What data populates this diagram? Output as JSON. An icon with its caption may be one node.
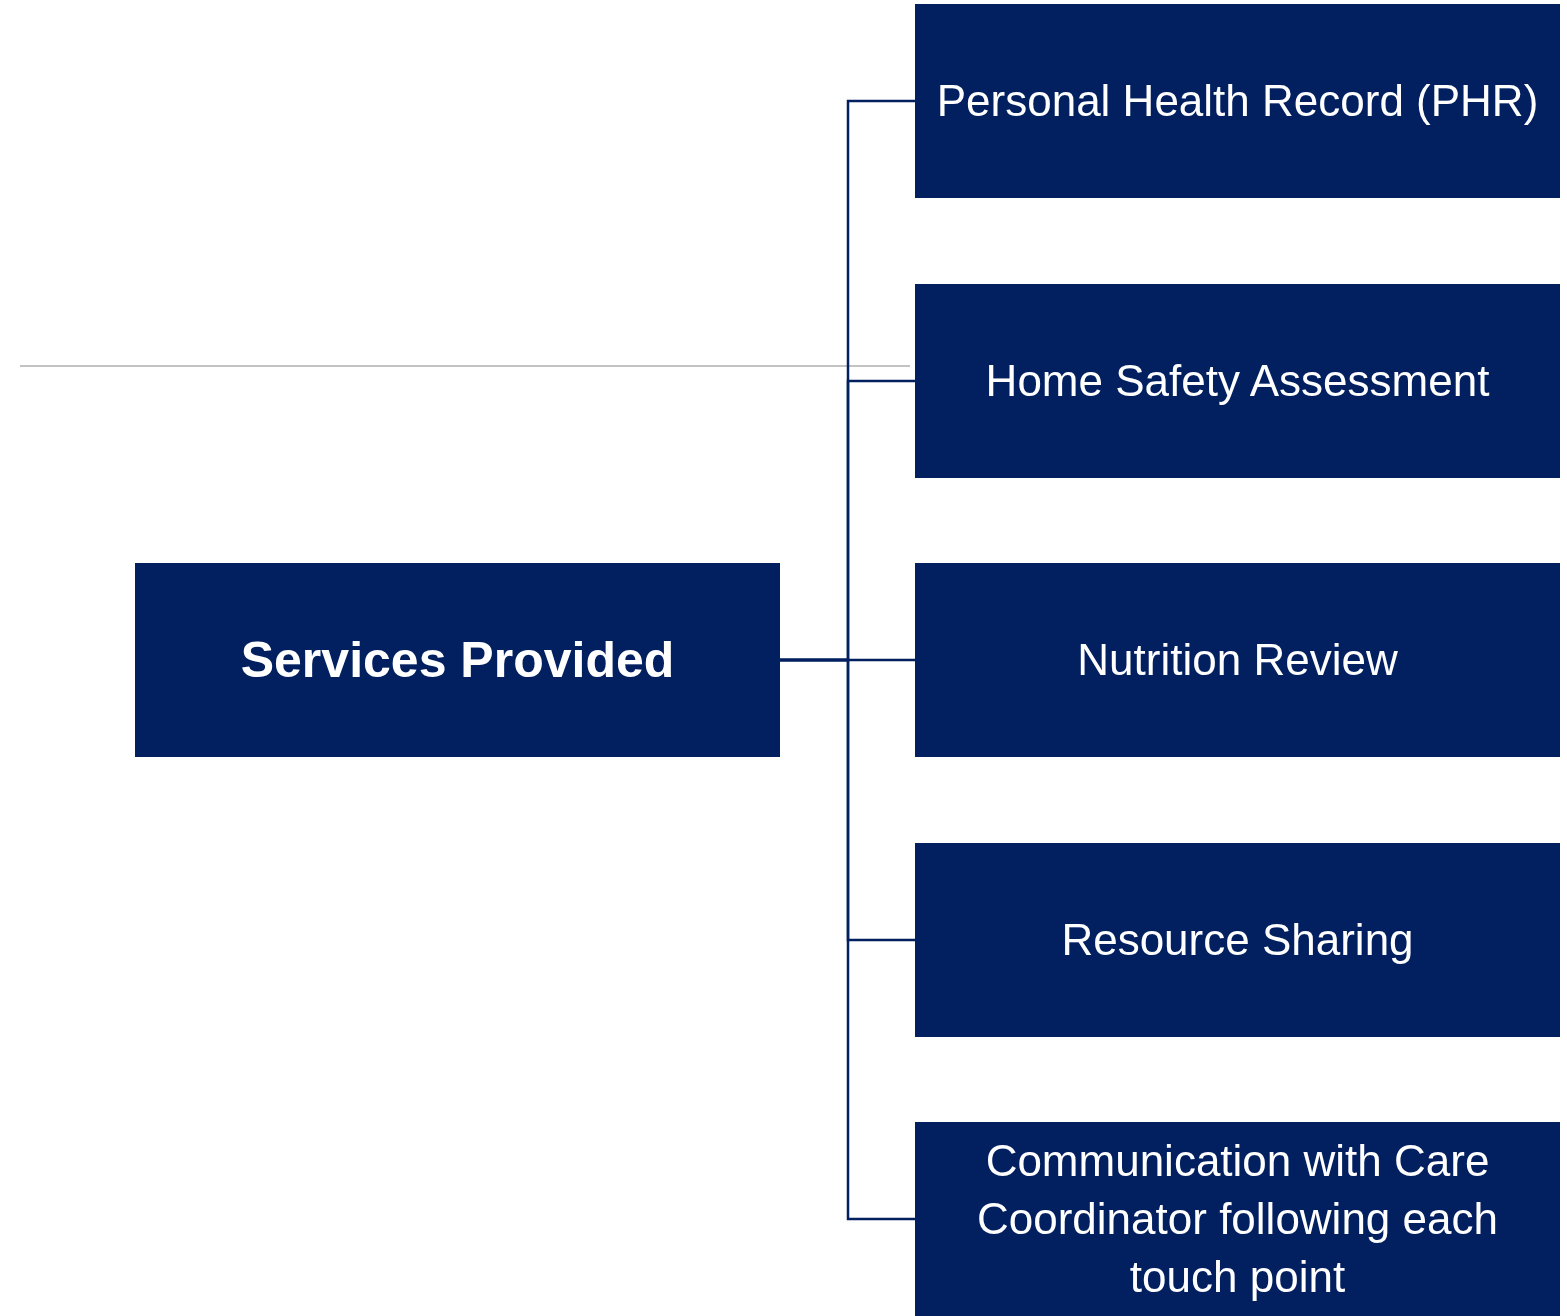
{
  "diagram": {
    "nodes": [
      {
        "text": [
          "Services Provided"
        ]
      },
      {
        "text": [
          "Personal Health Record (PHR)"
        ]
      },
      {
        "text": [
          "Home Safety Assessment"
        ]
      },
      {
        "text": [
          "Nutrition Review"
        ]
      },
      {
        "text": [
          "Resource Sharing"
        ]
      },
      {
        "text": [
          "Communication with Care Coordinator following each touch point"
        ]
      }
    ],
    "edges": [
      {
        "from": 0,
        "to": 1,
        "arrow": "none"
      },
      {
        "from": 0,
        "to": 2,
        "arrow": "none"
      },
      {
        "from": 0,
        "to": 3,
        "arrow": "none"
      },
      {
        "from": 0,
        "to": 4,
        "arrow": "none"
      },
      {
        "from": 0,
        "to": 5,
        "arrow": "none"
      }
    ]
  }
}
